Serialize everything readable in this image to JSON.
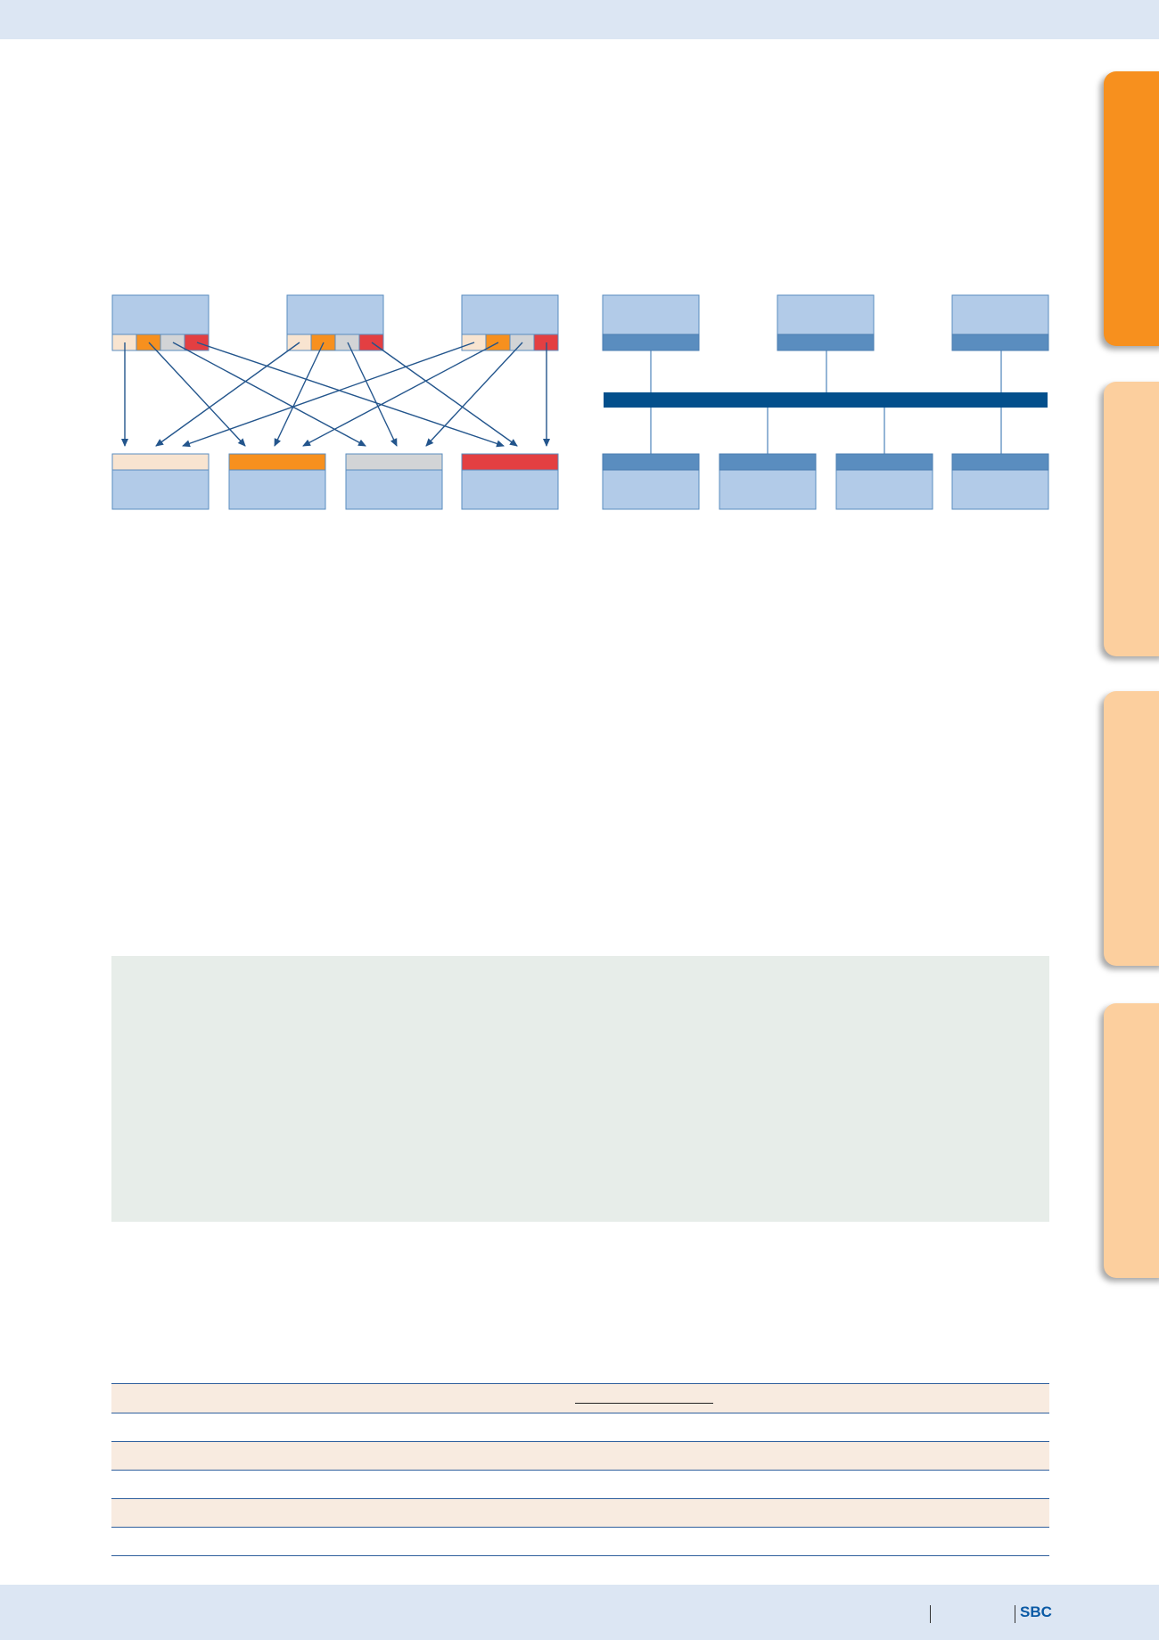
{
  "footer": {
    "brand": "SBC"
  },
  "colors": {
    "light_blue": "#b2cbe8",
    "medium_blue": "#5a8dbf",
    "navy_bus": "#034f8c",
    "arrow": "#23558c",
    "peach": "#f8e4d0",
    "orange": "#f7901e",
    "grey": "#d2d4d6",
    "red": "#e33f42",
    "tab_active": "#f7901e",
    "tab_inactive": "#fccf9e",
    "note_bg": "#e7ede9",
    "table_stripe": "#f8ebe0"
  },
  "diagrams": {
    "point_to_point": {
      "sources": 3,
      "targets": [
        "peach",
        "orange",
        "grey",
        "red"
      ]
    },
    "bus": {
      "top_nodes": 3,
      "bottom_nodes": 4
    }
  },
  "table": {
    "rows": 6
  }
}
